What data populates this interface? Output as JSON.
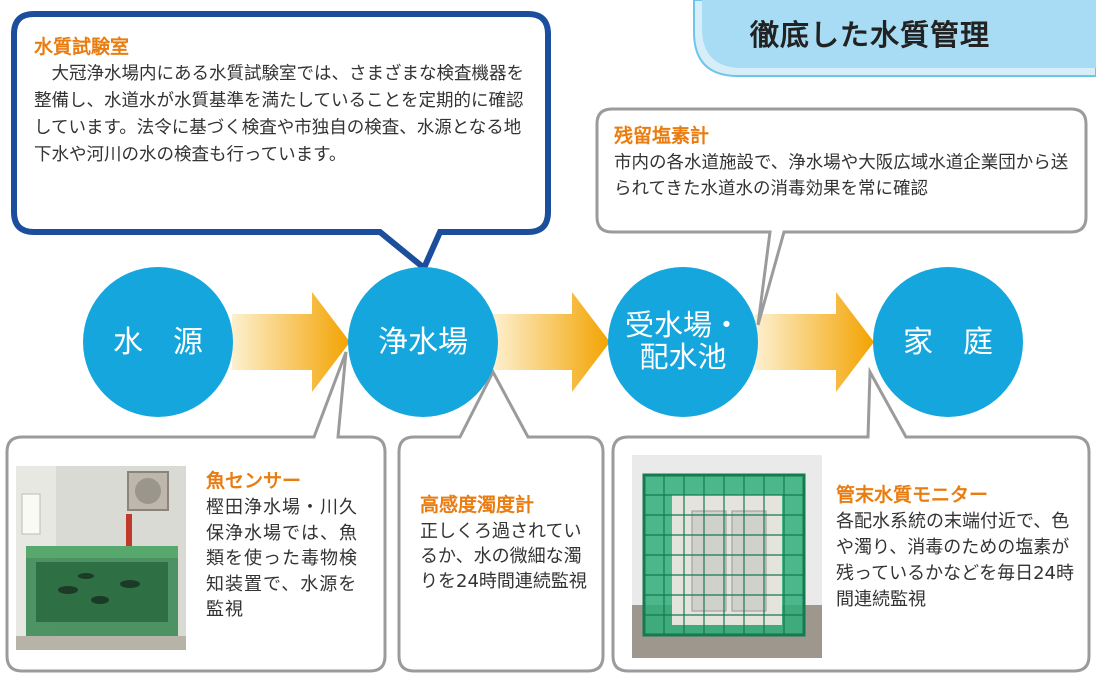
{
  "header": {
    "title": "徹底した水質管理"
  },
  "flow": [
    {
      "label": "水　源"
    },
    {
      "label": "浄水場"
    },
    {
      "label": "受水場・\n配水池"
    },
    {
      "label": "家　庭"
    }
  ],
  "boxes": {
    "lab": {
      "title": "水質試験室",
      "text": "　大冠浄水場内にある水質試験室では、さまざまな検査機器を整備し、水道水が水質基準を満たしていることを定期的に確認しています。法令に基づく検査や市独自の検査、水源となる地下水や河川の水の検査も行っています。"
    },
    "chlorine": {
      "title": "残留塩素計",
      "text": "市内の各水道施設で、浄水場や大阪広域水道企業団から送られてきた水道水の消毒効果を常に確認"
    },
    "fish": {
      "title": "魚センサー",
      "text": "樫田浄水場・川久保浄水場では、魚類を使った毒物検知装置で、水源を監視"
    },
    "turbidity": {
      "title": "高感度濁度計",
      "text": "正しくろ過されているか、水の微細な濁りを24時間連続監視"
    },
    "monitor": {
      "title": "管末水質モニター",
      "text": "各配水系統の末端付近で、色や濁り、消毒のための塩素が残っているかなどを毎日24時間連続監視"
    }
  },
  "colors": {
    "circle": "#14a6dc",
    "arrow_start": "#fdf0cf",
    "arrow_end": "#f3a300",
    "accent": "#ea7d12",
    "lab_border": "#1b4e9c",
    "box_border": "#9b9b9b",
    "header_bg": "#9fd9f3"
  }
}
